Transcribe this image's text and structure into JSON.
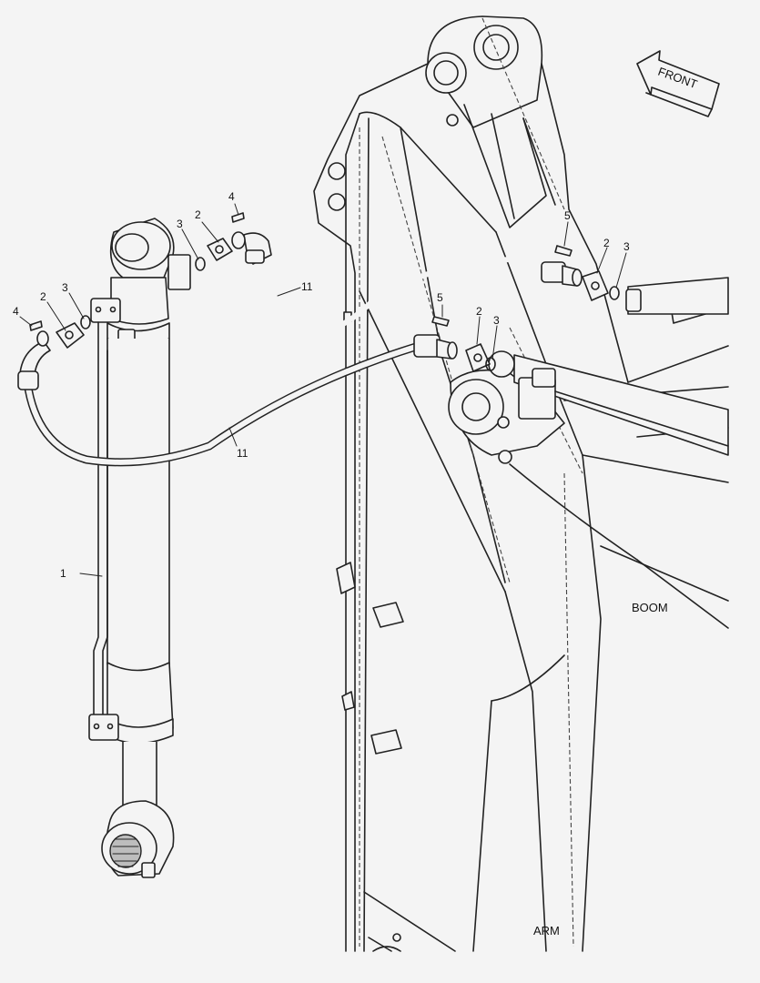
{
  "callouts": {
    "c1": "1",
    "c2a": "2",
    "c2b": "2",
    "c2c": "2",
    "c2d": "2",
    "c3a": "3",
    "c3b": "3",
    "c3c": "3",
    "c3d": "3",
    "c4a": "4",
    "c4b": "4",
    "c5a": "5",
    "c5b": "5",
    "c11a": "11",
    "c11b": "11"
  },
  "labels": {
    "front": "FRONT",
    "boom": "BOOM",
    "arm": "ARM"
  },
  "colors": {
    "line": "#222222",
    "background": "#f4f4f4"
  }
}
